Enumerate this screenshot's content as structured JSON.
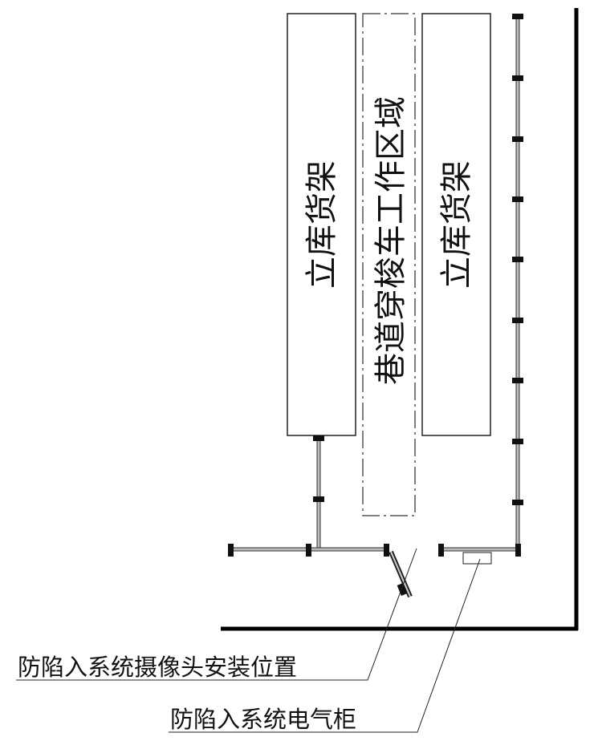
{
  "labels": {
    "left_shelf": "立库货架",
    "right_shelf": "立库货架",
    "aisle": "巷道穿梭车工作区域",
    "camera_callout": "防陷入系统摄像头安装位置",
    "cabinet_callout": "防陷入系统电气柜"
  },
  "colors": {
    "line": "#111111",
    "aisle_border": "#555555"
  }
}
